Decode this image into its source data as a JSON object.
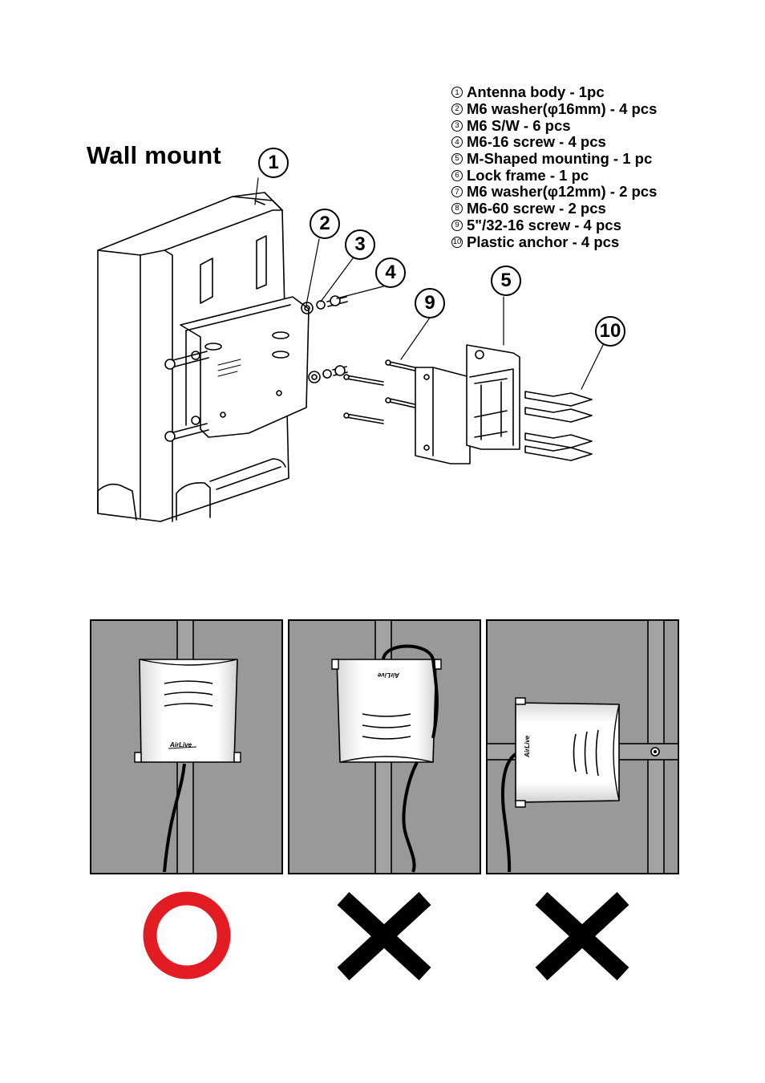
{
  "title": "Wall mount",
  "parts": [
    {
      "num": "1",
      "text": "Antenna body - 1pc"
    },
    {
      "num": "2",
      "text": "M6 washer(φ16mm) - 4 pcs"
    },
    {
      "num": "3",
      "text": "M6 S/W - 6 pcs"
    },
    {
      "num": "4",
      "text": "M6-16 screw - 4 pcs"
    },
    {
      "num": "5",
      "text": "M-Shaped mounting - 1 pc"
    },
    {
      "num": "6",
      "text": "Lock frame - 1 pc"
    },
    {
      "num": "7",
      "text": "M6 washer(φ12mm) - 2 pcs"
    },
    {
      "num": "8",
      "text": "M6-60 screw - 2 pcs"
    },
    {
      "num": "9",
      "text": "5\"/32-16 screw - 4 pcs"
    },
    {
      "num": "10",
      "text": "Plastic anchor - 4 pcs"
    }
  ],
  "callouts": [
    "1",
    "2",
    "3",
    "4",
    "5",
    "9",
    "10"
  ],
  "brand_mark": "AirLive",
  "verdicts": [
    {
      "icon": "correct-circle-icon",
      "color": "#e31b23"
    },
    {
      "icon": "wrong-x-icon",
      "color": "#000000"
    },
    {
      "icon": "wrong-x-icon",
      "color": "#000000"
    }
  ]
}
